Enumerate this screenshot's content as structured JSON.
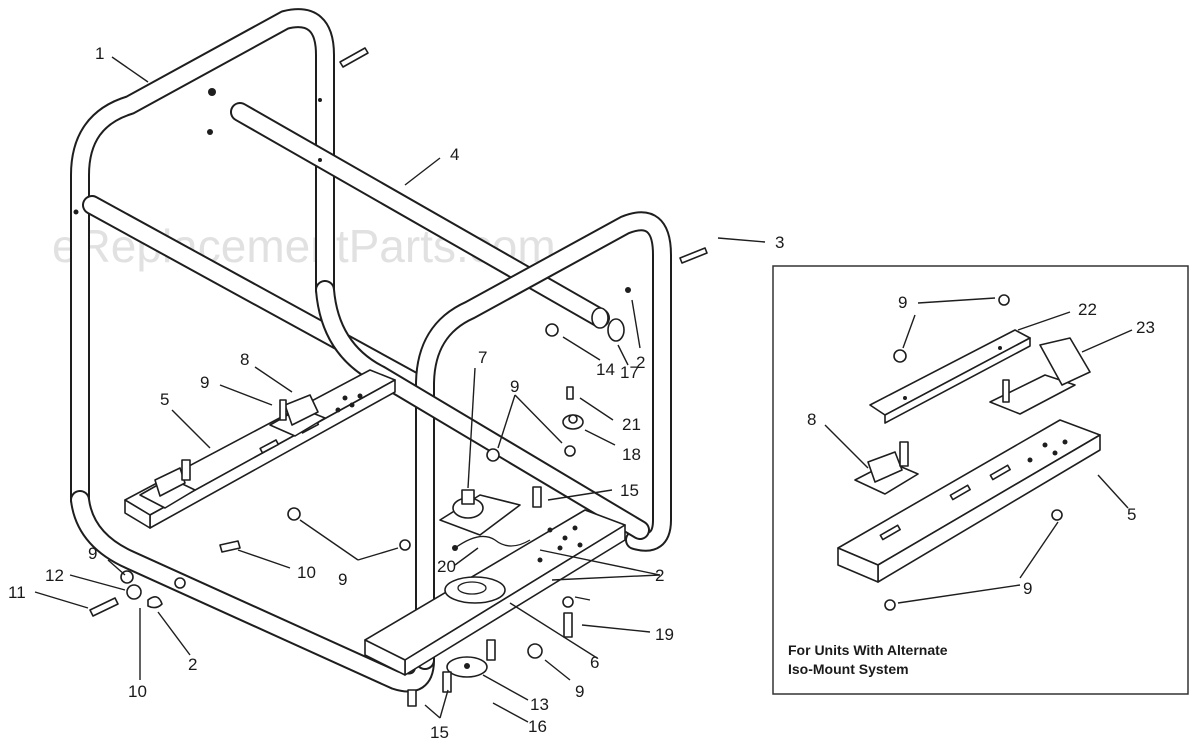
{
  "watermark": "eReplacementParts.com",
  "note": {
    "line1": "For Units With Alternate",
    "line2": "Iso-Mount System"
  },
  "callouts": [
    {
      "id": "c1",
      "text": "1"
    },
    {
      "id": "c4",
      "text": "4"
    },
    {
      "id": "c3",
      "text": "3"
    },
    {
      "id": "c8",
      "text": "8"
    },
    {
      "id": "c9a",
      "text": "9"
    },
    {
      "id": "c5",
      "text": "5"
    },
    {
      "id": "c7",
      "text": "7"
    },
    {
      "id": "c9b",
      "text": "9"
    },
    {
      "id": "c14",
      "text": "14"
    },
    {
      "id": "c17",
      "text": "17"
    },
    {
      "id": "c2a",
      "text": "2"
    },
    {
      "id": "c21",
      "text": "21"
    },
    {
      "id": "c18",
      "text": "18"
    },
    {
      "id": "c15a",
      "text": "15"
    },
    {
      "id": "c10a",
      "text": "10"
    },
    {
      "id": "c9c",
      "text": "9"
    },
    {
      "id": "c20",
      "text": "20"
    },
    {
      "id": "c2b",
      "text": "2"
    },
    {
      "id": "c9d",
      "text": "9"
    },
    {
      "id": "c12",
      "text": "12"
    },
    {
      "id": "c11",
      "text": "11"
    },
    {
      "id": "c2c",
      "text": "2"
    },
    {
      "id": "c10b",
      "text": "10"
    },
    {
      "id": "c19",
      "text": "19"
    },
    {
      "id": "c6",
      "text": "6"
    },
    {
      "id": "c13",
      "text": "13"
    },
    {
      "id": "c9e",
      "text": "9"
    },
    {
      "id": "c16",
      "text": "16"
    },
    {
      "id": "c15b",
      "text": "15"
    },
    {
      "id": "c9f",
      "text": "9"
    },
    {
      "id": "c22",
      "text": "22"
    },
    {
      "id": "c23",
      "text": "23"
    },
    {
      "id": "c8b",
      "text": "8"
    },
    {
      "id": "c5b",
      "text": "5"
    },
    {
      "id": "c9g",
      "text": "9"
    }
  ]
}
